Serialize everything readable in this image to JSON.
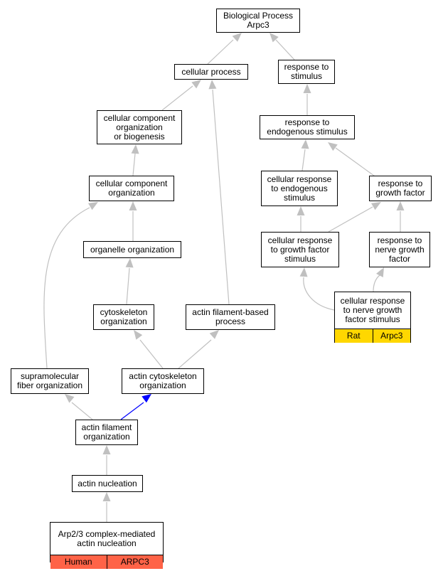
{
  "colors": {
    "edge": "#c0c0c0",
    "highlight_edge": "#0000ff",
    "human_tag": "#ff6347",
    "rat_tag": "#ffd700"
  },
  "nodes": {
    "bp_root": [
      "Biological Process",
      "Arpc3"
    ],
    "cellular_process": [
      "cellular process"
    ],
    "response_to_stimulus": [
      "response to",
      "stimulus"
    ],
    "ccob": [
      "cellular component",
      "organization",
      "or biogenesis"
    ],
    "resp_endogenous": [
      "response to",
      "endogenous stimulus"
    ],
    "cco": [
      "cellular component",
      "organization"
    ],
    "cell_resp_endogenous": [
      "cellular response",
      "to endogenous",
      "stimulus"
    ],
    "resp_growth_factor": [
      "response to",
      "growth factor"
    ],
    "organelle_org": [
      "organelle organization"
    ],
    "cell_resp_gf": [
      "cellular response",
      "to growth factor",
      "stimulus"
    ],
    "resp_ngf": [
      "response to",
      "nerve growth",
      "factor"
    ],
    "cytoskeleton_org": [
      "cytoskeleton",
      "organization"
    ],
    "actin_filament_process": [
      "actin filament-based",
      "process"
    ],
    "supramolecular": [
      "supramolecular",
      "fiber organization"
    ],
    "actin_cytoskeleton_org": [
      "actin cytoskeleton",
      "organization"
    ],
    "actin_filament_org": [
      "actin filament",
      "organization"
    ],
    "actin_nucleation": [
      "actin nucleation"
    ]
  },
  "leaves": {
    "arp23": {
      "title": [
        "Arp2/3 complex-mediated",
        "actin nucleation"
      ],
      "species": "Human",
      "gene": "ARPC3"
    },
    "cell_resp_ngf": {
      "title": [
        "cellular response",
        "to nerve growth",
        "factor stimulus"
      ],
      "species": "Rat",
      "gene": "Arpc3"
    }
  }
}
